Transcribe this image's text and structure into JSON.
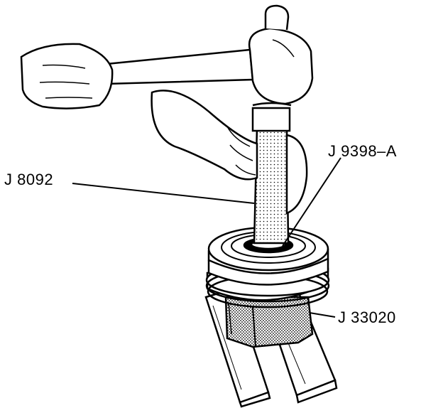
{
  "callouts": {
    "tool_a": "J 9398–A",
    "tool_b": "J 8092",
    "tool_c": "J 33020"
  },
  "colors": {
    "ink": "#000000",
    "paper": "#ffffff",
    "stipple": "#9a9a9a"
  }
}
